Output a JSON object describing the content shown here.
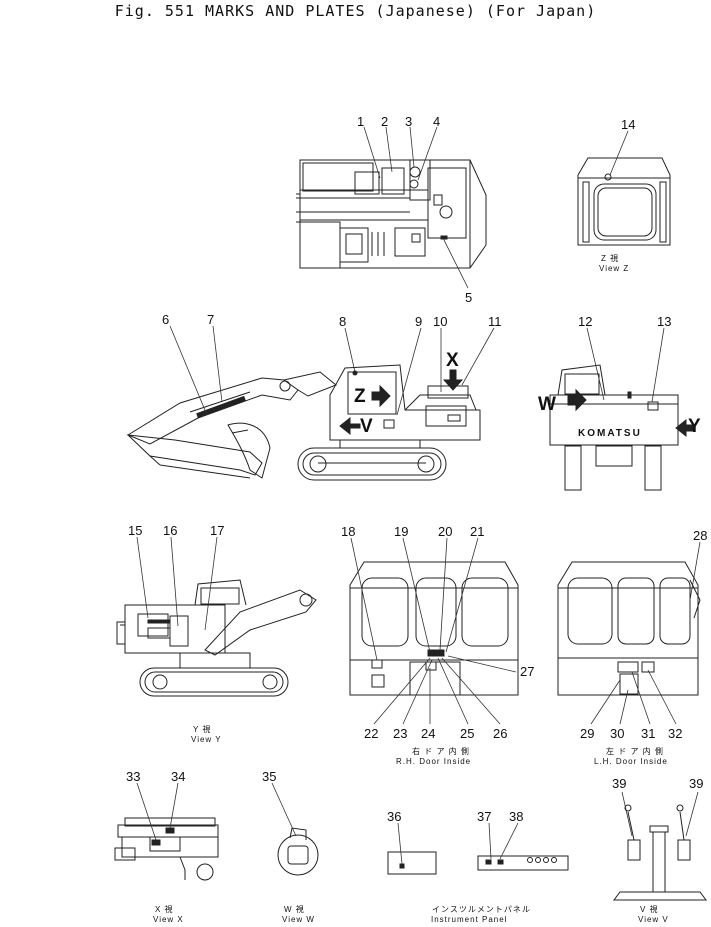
{
  "title": "Fig. 551  MARKS AND PLATES (Japanese) (For Japan)",
  "view_letters": {
    "z": "Z",
    "v": "V",
    "x": "X",
    "w": "W",
    "y": "Y"
  },
  "decal_text": "KOMATSU",
  "captions": {
    "view_z_jp": "Z 視",
    "view_z": "View Z",
    "view_y_jp": "Y 視",
    "view_y": "View Y",
    "rh_jp": "右 ド ア 内 側",
    "rh": "R.H. Door Inside",
    "lh_jp": "左 ド ア 内 側",
    "lh": "L.H. Door Inside",
    "view_x_jp": "X 視",
    "view_x": "View X",
    "view_w_jp": "W 視",
    "view_w": "View W",
    "panel_jp": "インスツルメントパネル",
    "panel": "Instrument Panel",
    "view_v_jp": "V 視",
    "view_v": "View V"
  },
  "callouts": [
    "1",
    "2",
    "3",
    "4",
    "5",
    "6",
    "7",
    "8",
    "9",
    "10",
    "11",
    "12",
    "13",
    "14",
    "15",
    "16",
    "17",
    "18",
    "19",
    "20",
    "21",
    "22",
    "23",
    "24",
    "25",
    "26",
    "27",
    "28",
    "29",
    "30",
    "31",
    "32",
    "33",
    "34",
    "35",
    "36",
    "37",
    "38",
    "39",
    "39"
  ]
}
